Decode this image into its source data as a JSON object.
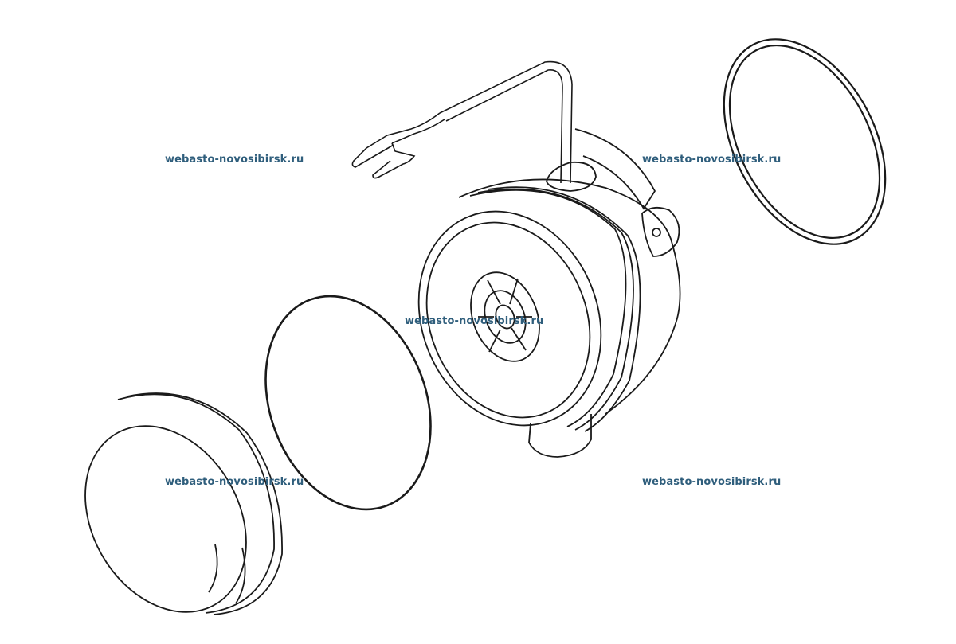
{
  "watermarks": [
    "webasto-novosibirsk.ru",
    "webasto-novosibirsk.ru",
    "webasto-novosibirsk.ru",
    "webasto-novosibirsk.ru",
    "webasto-novosibirsk.ru"
  ],
  "colors": {
    "watermark": "#2f5e7c",
    "line": "#1a1a1a",
    "background": "#ffffff"
  },
  "parts": [
    "outer-seal-ring",
    "wiring-harness",
    "blower-motor-housing",
    "inner-o-ring",
    "end-cover-cap"
  ]
}
